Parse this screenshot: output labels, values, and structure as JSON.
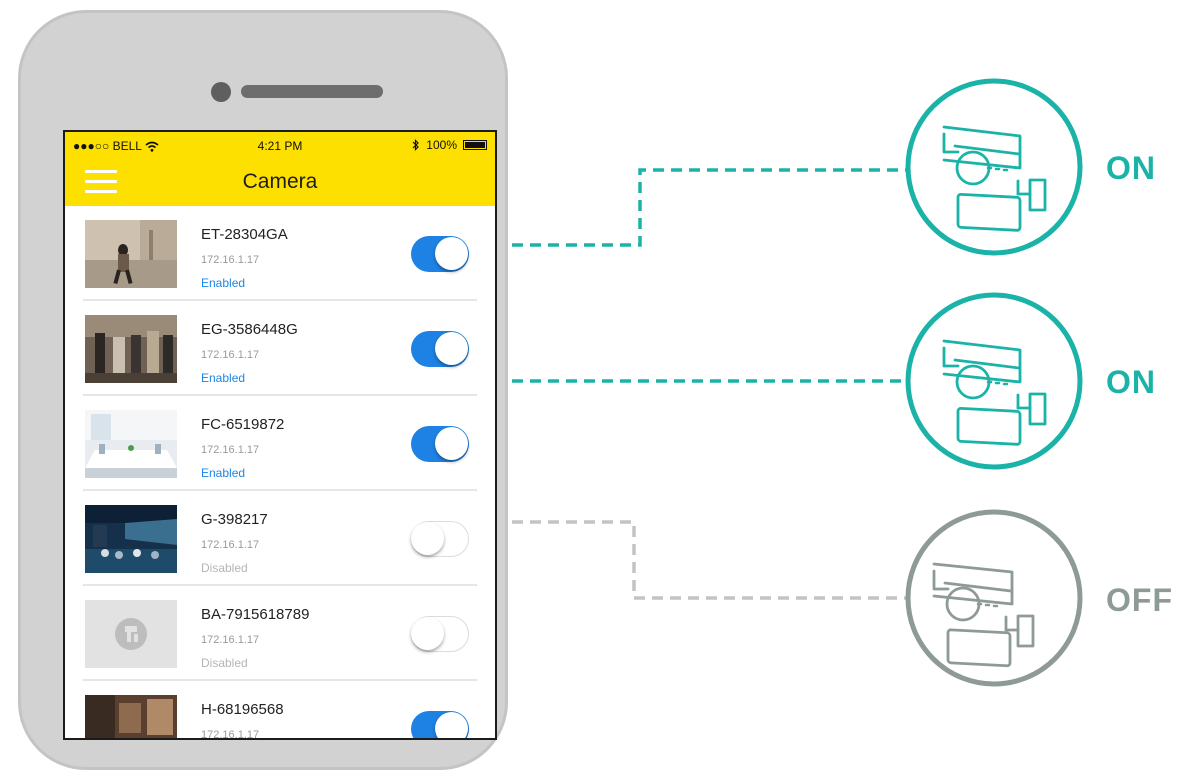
{
  "status_bar": {
    "carrier": "●●●○○ BELL",
    "time": "4:21 PM",
    "battery": "100%"
  },
  "app": {
    "title": "Camera"
  },
  "cameras": [
    {
      "name": "ET-28304GA",
      "ip": "172.16.1.17",
      "status": "Enabled",
      "on": true
    },
    {
      "name": "EG-3586448G",
      "ip": "172.16.1.17",
      "status": "Enabled",
      "on": true
    },
    {
      "name": "FC-6519872",
      "ip": "172.16.1.17",
      "status": "Enabled",
      "on": true
    },
    {
      "name": "G-398217",
      "ip": "172.16.1.17",
      "status": "Disabled",
      "on": false
    },
    {
      "name": "BA-7915618789",
      "ip": "172.16.1.17",
      "status": "Disabled",
      "on": false
    },
    {
      "name": "H-68196568",
      "ip": "172.16.1.17",
      "status": "",
      "on": true
    }
  ],
  "diagram": {
    "labels": [
      "ON",
      "ON",
      "OFF"
    ],
    "on_color": "#1bb3a8",
    "off_color": "#8d9a98",
    "off_line_color": "#c3c3c3"
  },
  "colors": {
    "appbar": "#fde000",
    "toggle_on": "#1d82e3",
    "enabled_text": "#1c86e6"
  }
}
